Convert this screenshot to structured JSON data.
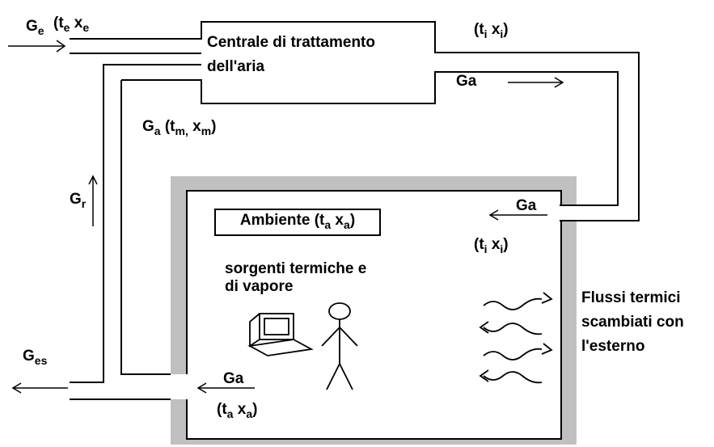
{
  "unit_label": "Centrale di trattamento\ndell'aria",
  "unit": {
    "line1": "Centrale di trattamento",
    "line2": "dell'aria"
  },
  "flows": {
    "ge": {
      "sym": "G",
      "sub": "e"
    },
    "te_xe": {
      "open": "(t",
      "t_sub": "e",
      "x": " x",
      "x_sub": "e"
    },
    "ti_xi_top": {
      "open": "(t",
      "t_sub": "i",
      "x": "  x",
      "x_sub": "i",
      "close": ")"
    },
    "ga_supply": "Ga",
    "ga_mix": {
      "sym": "G",
      "sub": "a",
      "open": " (t",
      "t_sub": "m,",
      "x": " x",
      "x_sub": "m",
      "close": ")"
    },
    "gr": {
      "sym": "G",
      "sub": "r"
    },
    "ga_inlet": "Ga",
    "ti_xi_room": {
      "open": "(t",
      "t_sub": "i",
      "x": "  x",
      "x_sub": "i",
      "close": ")"
    },
    "ges": {
      "sym": "G",
      "sub": "es"
    },
    "ga_outlet": "Ga",
    "ta_xa_out": {
      "open": "(t",
      "t_sub": "a",
      "x": " x",
      "x_sub": "a",
      "close": ")"
    }
  },
  "room": {
    "label": "Ambiente (t",
    "t_sub": "a",
    "x": " x",
    "x_sub": "a",
    "close": ")",
    "sources": {
      "line1": "sorgenti termiche e",
      "line2": "di vapore"
    }
  },
  "external": {
    "line1": "Flussi termici",
    "line2": "scambiati con",
    "line3": "l'esterno"
  },
  "colors": {
    "line": "#000000",
    "wall": "#c0c0c0",
    "background": "#ffffff"
  },
  "icons": [
    "computer-icon",
    "person-icon",
    "heat-flow-arrow-icon"
  ]
}
